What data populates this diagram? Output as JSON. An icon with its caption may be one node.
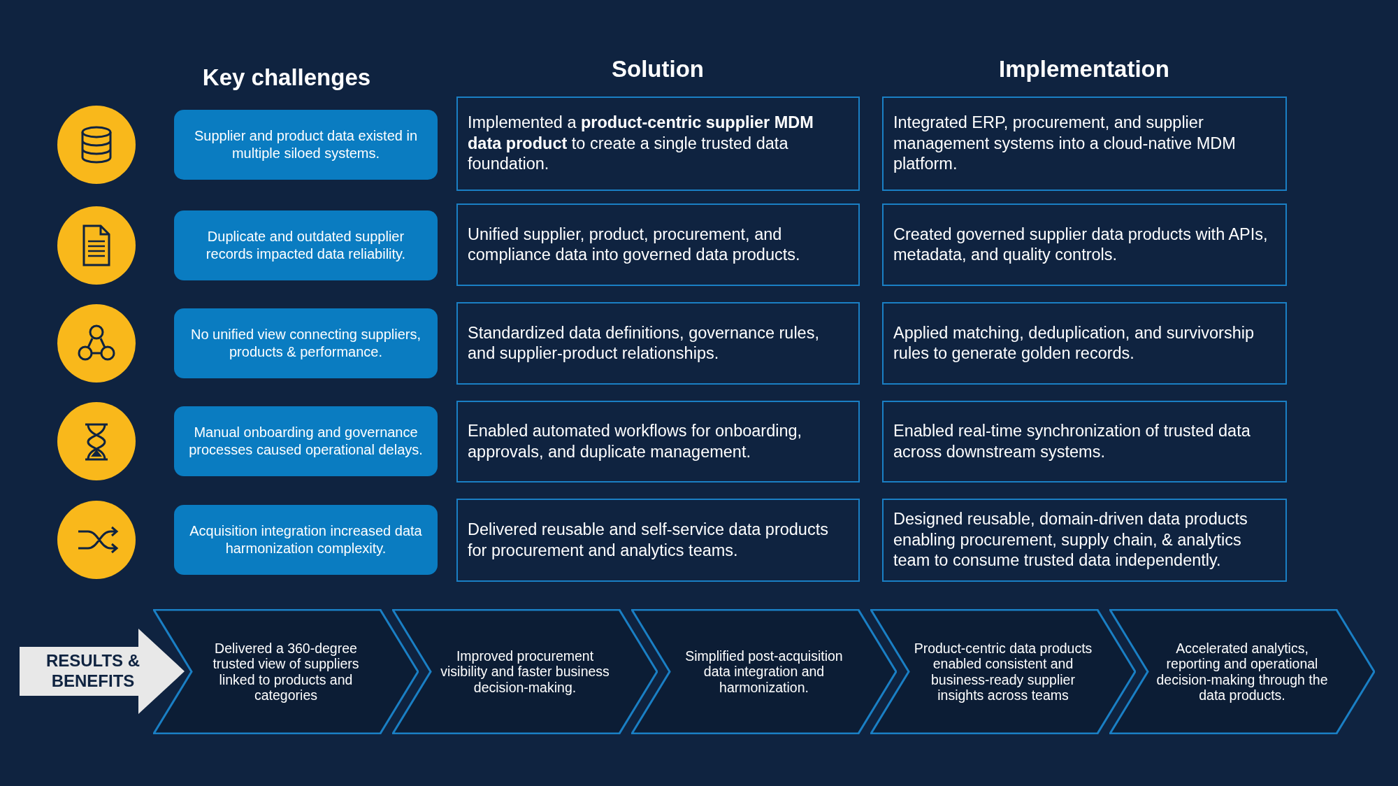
{
  "diagram": {
    "nodes": [
      {
        "text": [
          "Supplier and product data existed in multiple siloed systems."
        ]
      },
      {
        "text": [
          "Implemented a **product-centric supplier MDM data product** to create a single trusted data foundation."
        ]
      },
      {
        "text": [
          "Integrated ERP, procurement, and supplier management systems into a cloud-native MDM platform."
        ]
      },
      {
        "text": [
          "Duplicate and outdated supplier records impacted data reliability."
        ]
      },
      {
        "text": [
          "Unified supplier, product, procurement, and compliance data into governed data products."
        ]
      },
      {
        "text": [
          "Created governed supplier data products with APIs, metadata, and quality controls."
        ]
      },
      {
        "text": [
          "No unified view connecting suppliers, products & performance."
        ]
      },
      {
        "text": [
          "Standardized data definitions, governance rules, and supplier-product relationships."
        ]
      },
      {
        "text": [
          "Applied matching, deduplication, and survivorship rules to generate golden records."
        ]
      },
      {
        "text": [
          "Manual onboarding and governance processes caused operational delays."
        ]
      },
      {
        "text": [
          "Enabled automated workflows for onboarding, approvals, and duplicate management."
        ]
      },
      {
        "text": [
          "Enabled real-time synchronization of trusted data across downstream systems."
        ]
      },
      {
        "text": [
          "Acquisition integration increased data harmonization complexity."
        ]
      },
      {
        "text": [
          "Delivered reusable and self-service data products for procurement and analytics teams."
        ]
      },
      {
        "text": [
          "Designed reusable, domain-driven data products enabling procurement, supply chain, & analytics team to consume trusted data independently."
        ]
      },
      {
        "text": [
          "RESULTS & BENEFITS"
        ]
      },
      {
        "text": [
          "Delivered a 360-degree trusted view of suppliers linked to products and categories"
        ]
      },
      {
        "text": [
          "Improved procurement visibility and faster business decision-making."
        ]
      },
      {
        "text": [
          "Simplified post-acquisition data integration and harmonization."
        ]
      },
      {
        "text": [
          "Product-centric data products enabled consistent and business-ready supplier insights across teams"
        ]
      },
      {
        "text": [
          "Accelerated analytics, reporting and operational decision-making through the data products."
        ]
      }
    ],
    "edges": [],
    "labels": [
      "Key challenges",
      "Solution",
      "Implementation"
    ]
  }
}
